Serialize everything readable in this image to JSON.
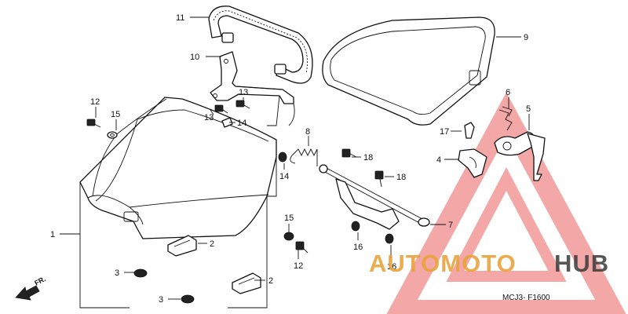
{
  "diagram": {
    "diagram_code": "MCJ3- F1600",
    "direction_label": "FR.",
    "callouts": [
      {
        "key": "c1",
        "label": "1"
      },
      {
        "key": "c2a",
        "label": "2"
      },
      {
        "key": "c2b",
        "label": "2"
      },
      {
        "key": "c3a",
        "label": "3"
      },
      {
        "key": "c3b",
        "label": "3"
      },
      {
        "key": "c4",
        "label": "4"
      },
      {
        "key": "c5",
        "label": "5"
      },
      {
        "key": "c6",
        "label": "6"
      },
      {
        "key": "c7",
        "label": "7"
      },
      {
        "key": "c8",
        "label": "8"
      },
      {
        "key": "c9",
        "label": "9"
      },
      {
        "key": "c10",
        "label": "10"
      },
      {
        "key": "c11",
        "label": "11"
      },
      {
        "key": "c12a",
        "label": "12"
      },
      {
        "key": "c12b",
        "label": "12"
      },
      {
        "key": "c13a",
        "label": "13"
      },
      {
        "key": "c13b",
        "label": "13"
      },
      {
        "key": "c14a",
        "label": "14"
      },
      {
        "key": "c14b",
        "label": "14"
      },
      {
        "key": "c15a",
        "label": "15"
      },
      {
        "key": "c15b",
        "label": "15"
      },
      {
        "key": "c16a",
        "label": "16"
      },
      {
        "key": "c16b",
        "label": "16"
      },
      {
        "key": "c17",
        "label": "17"
      },
      {
        "key": "c18a",
        "label": "18"
      },
      {
        "key": "c18b",
        "label": "18"
      }
    ]
  },
  "watermark": {
    "part1": "AUTOMOTO",
    "part2": "HUB",
    "accent_color": "#e8a33c",
    "triangle_color": "#f08a8a",
    "dark_color": "#3a3a3a"
  }
}
